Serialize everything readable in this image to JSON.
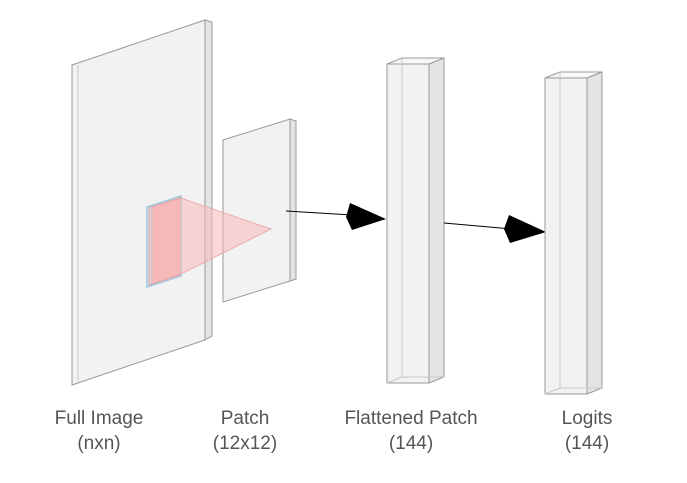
{
  "labels": {
    "full_image": {
      "name": "Full Image",
      "dims": "(nxn)"
    },
    "patch": {
      "name": "Patch",
      "dims": "(12x12)"
    },
    "flattened_patch": {
      "name": "Flattened Patch",
      "dims": "(144)"
    },
    "logits": {
      "name": "Logits",
      "dims": "(144)"
    }
  },
  "colors": {
    "slab_fill": "#f2f2f2",
    "slab_side": "#e4e4e4",
    "edge": "#999999",
    "projection_fill": "#f7b9b9",
    "patch_highlight": "#f4a3a3",
    "patch_edge": "#9fc7e0",
    "arrow": "#000000",
    "label_text": "#555555"
  }
}
